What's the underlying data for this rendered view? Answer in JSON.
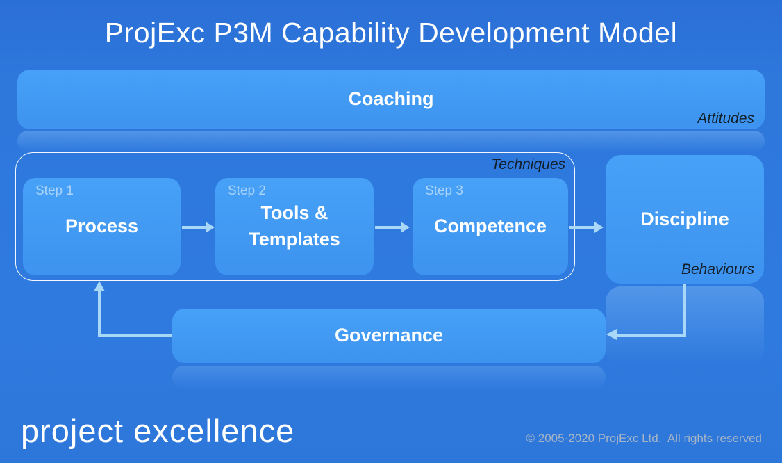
{
  "title": "ProjExc P3M Capability Development Model",
  "coaching": {
    "label": "Coaching",
    "annotation": "Attitudes"
  },
  "pipeline": {
    "annotation": "Techniques",
    "steps": [
      {
        "step": "Step 1",
        "label": "Process"
      },
      {
        "step": "Step 2",
        "label": "Tools & Templates"
      },
      {
        "step": "Step 3",
        "label": "Competence"
      }
    ]
  },
  "discipline": {
    "label": "Discipline",
    "annotation": "Behaviours"
  },
  "governance": {
    "label": "Governance"
  },
  "footer": {
    "brand": "project excellence",
    "copyright": "© 2005-2020 ProjExc Ltd.  All rights reserved"
  },
  "colors": {
    "background": "#2E78DC",
    "box_fill_top": "#47A1F7",
    "box_fill_bottom": "#3D93EF",
    "connector": "#A9D7F7",
    "annotation_text": "#121F29",
    "title_text": "#FFFFFF",
    "copyright_text": "#A6B5C6"
  }
}
